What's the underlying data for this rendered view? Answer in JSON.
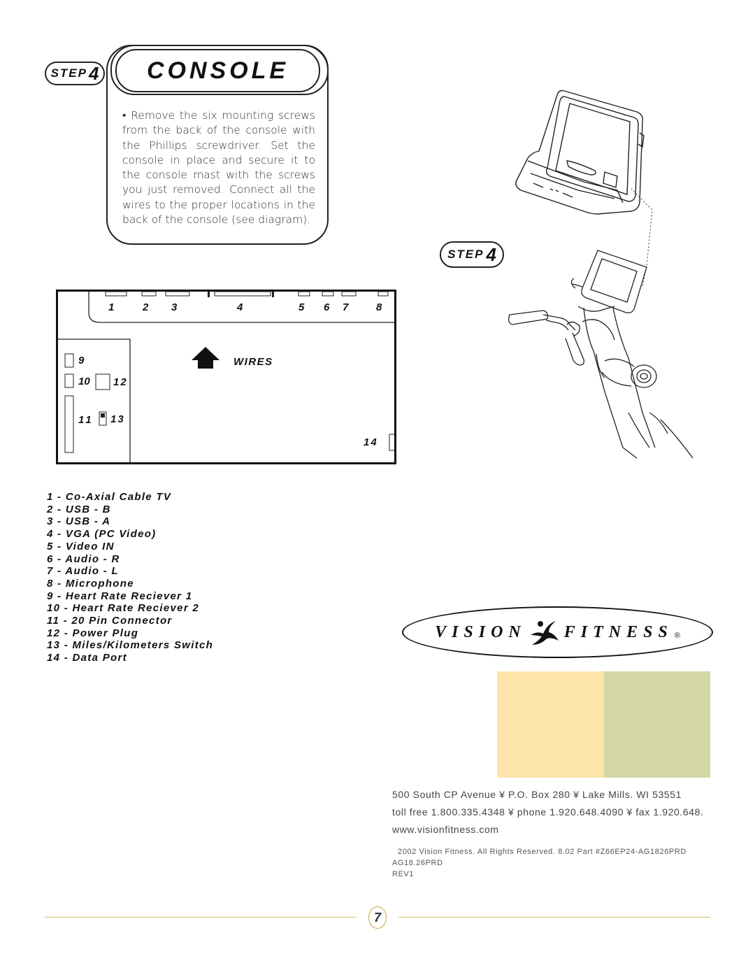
{
  "header": {
    "step_word": "STEP",
    "step_number": "4",
    "title": "CONSOLE"
  },
  "instructions": "• Remove the six mounting screws from the back of the console with the Phillips screwdriver. Set the console in place and secure it to the console mast with the screws you just removed. Connect all the wires to the proper locations in the back of the console (see diagram).",
  "diagram": {
    "top_labels": [
      "1",
      "2",
      "3",
      "4",
      "5",
      "6",
      "7",
      "8"
    ],
    "wires_label": "WIRES",
    "left_labels": {
      "n9": "9",
      "n10": "10",
      "n12": "12",
      "n11": "11",
      "n13": "13"
    },
    "data_port_label": "14"
  },
  "legend": [
    "1 - Co-Axial Cable TV",
    "2 - USB - B",
    "3 - USB - A",
    "4 - VGA (PC Video)",
    "5 - Video IN",
    "6 - Audio - R",
    "7 - Audio - L",
    "8 - Microphone",
    "9 - Heart Rate Reciever 1",
    "10 - Heart Rate Reciever 2",
    "11 - 20 Pin Connector",
    "12 - Power Plug",
    "13 - Miles/Kilometers Switch",
    "14 - Data Port"
  ],
  "illustration_step": {
    "word": "STEP",
    "number": "4"
  },
  "logo": {
    "left": "VISION",
    "right": "FITNESS",
    "mark": "®"
  },
  "colors": {
    "swatch_left": "#fde5a9",
    "swatch_right": "#d5d7a7",
    "rule": "#d9bf5a"
  },
  "contact": {
    "line1": "500 South CP Avenue   ¥   P.O. Box 280  ¥  Lake Mills. WI 53551",
    "line2": "toll free 1.800.335.4348  ¥  phone 1.920.648.4090  ¥  fax 1.920.648.",
    "line3": "www.visionfitness.com"
  },
  "legal": {
    "line1": "2002 Vision Fitness. All Rights Reserved. 8.02 Part #Z66EP24-AG1826PRD",
    "line2": "AG18.26PRD",
    "line3": "REV1"
  },
  "page_number": "7"
}
